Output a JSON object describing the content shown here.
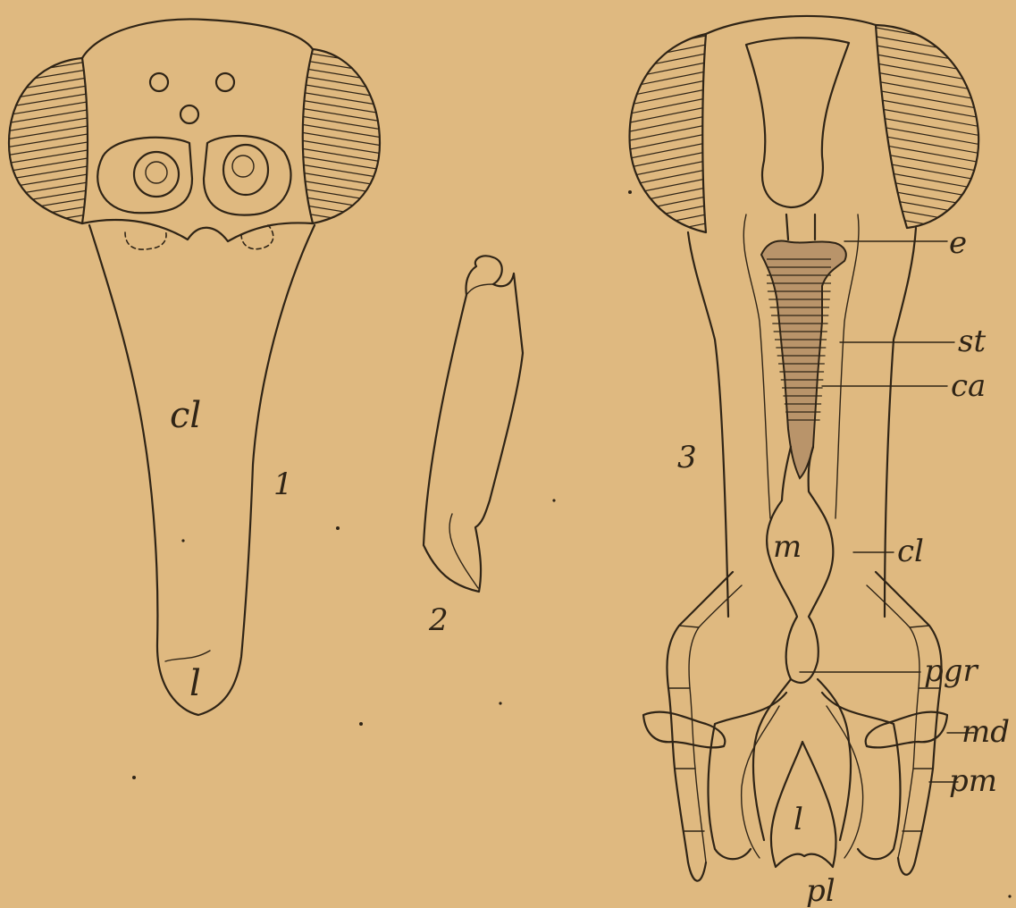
{
  "plate": {
    "figures": [
      {
        "number": "1",
        "labels": {
          "clypeus": "cl",
          "labrum": "l"
        }
      },
      {
        "number": "2"
      },
      {
        "number": "3",
        "labels": {
          "e": "e",
          "st": "st",
          "ca": "ca",
          "m": "m",
          "cl": "cl",
          "pgr": "pgr",
          "md": "md",
          "pm": "pm",
          "l": "l",
          "pl": "pl"
        }
      }
    ]
  },
  "icons": {
    "compound_eye": "hatched-compound-eye-icon",
    "ocellus": "ocellus-circle-icon"
  }
}
